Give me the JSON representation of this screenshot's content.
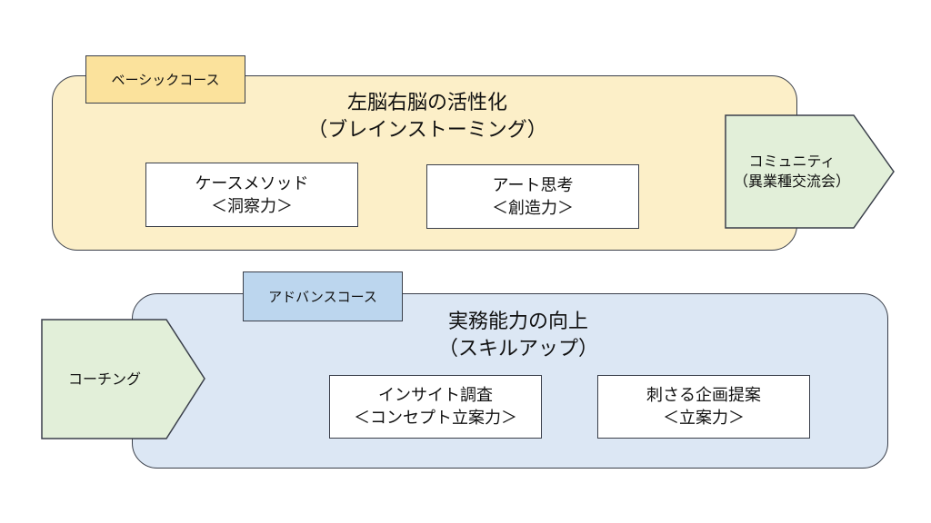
{
  "basic_course": {
    "tag": "ベーシックコース",
    "headline": [
      "左脳右脳の活性化",
      "（ブレインストーミング）"
    ],
    "items": [
      {
        "line1": "ケースメソッド",
        "line2": "＜洞察力＞"
      },
      {
        "line1": "アート思考",
        "line2": "＜創造力＞"
      }
    ],
    "color": "#fcefc8",
    "tag_color": "#fbe29c"
  },
  "advanced_course": {
    "tag": "アドバンスコース",
    "headline": [
      "実務能力の向上",
      "（スキルアップ）"
    ],
    "items": [
      {
        "line1": "インサイト調査",
        "line2": "＜コンセプト立案力＞"
      },
      {
        "line1": "刺さる企画提案",
        "line2": "＜立案力＞"
      }
    ],
    "color": "#dce7f4",
    "tag_color": "#bcd6ee"
  },
  "community": {
    "line1": "コミュニティ",
    "line2": "（異業種交流会）",
    "color": "#e2efd9"
  },
  "coaching": {
    "label": "コーチング",
    "color": "#e2efd9"
  }
}
